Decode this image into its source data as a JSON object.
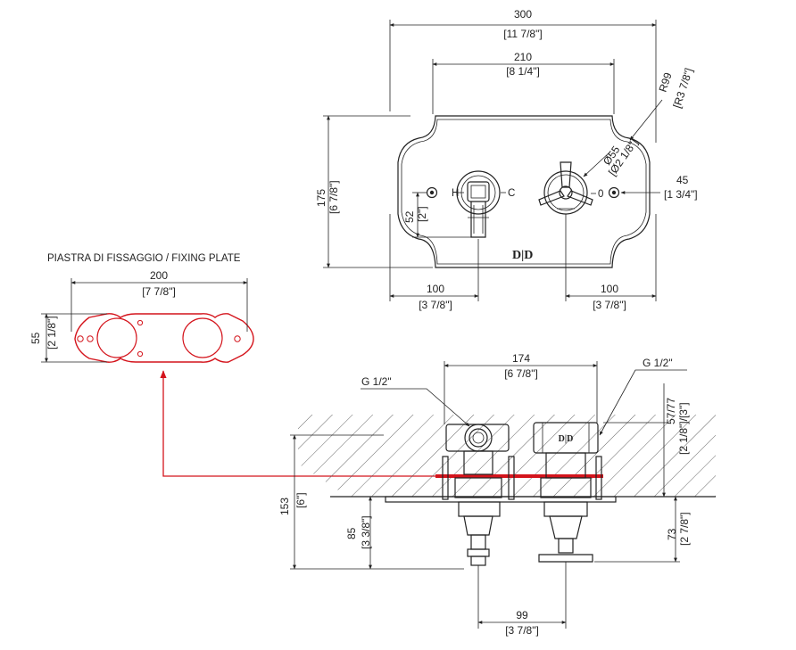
{
  "colors": {
    "line": "#222222",
    "highlight": "#d4141c",
    "background": "#ffffff"
  },
  "fixing_plate": {
    "title": "PIASTRA DI FISSAGGIO / FIXING PLATE",
    "width_mm": "200",
    "width_in": "[7 7/8\"]",
    "height_mm": "55",
    "height_in": "[2 1/8\"]"
  },
  "front_view": {
    "overall_width_mm": "300",
    "overall_width_in": "[11 7/8\"]",
    "inner_width_mm": "210",
    "inner_width_in": "[8 1/4\"]",
    "corner_radius_mm": "R99",
    "corner_radius_in": "[R3 7/8\"]",
    "height_mm": "175",
    "height_in": "[6 7/8\"]",
    "handle_offset_mm": "52",
    "handle_offset_in": "[2\"]",
    "knob_diameter_mm": "Ø55",
    "knob_diameter_in": "[Ø2 1/8\"]",
    "knob_depth_mm": "45",
    "knob_depth_in": "[1 3/4\"]",
    "left_center_mm": "100",
    "left_center_in": "[3 7/8\"]",
    "right_center_mm": "100",
    "right_center_in": "[3 7/8\"]",
    "mark_hot": "H",
    "mark_cold": "C",
    "mark_zero": "0",
    "logo": "D|D"
  },
  "side_view": {
    "body_width_mm": "174",
    "body_width_in": "[6 7/8\"]",
    "left_connection": "G 1/2\"",
    "right_connection": "G 1/2\"",
    "depth_range_mm": "57/77",
    "depth_range_in": "[2 1/8\"]/[3\"]",
    "total_depth_mm": "153",
    "total_depth_in": "[6\"]",
    "left_projection_mm": "85",
    "left_projection_in": "[3 3/8\"]",
    "right_projection_mm": "73",
    "right_projection_in": "[2 7/8\"]",
    "spacing_mm": "99",
    "spacing_in": "[3 7/8\"]"
  }
}
